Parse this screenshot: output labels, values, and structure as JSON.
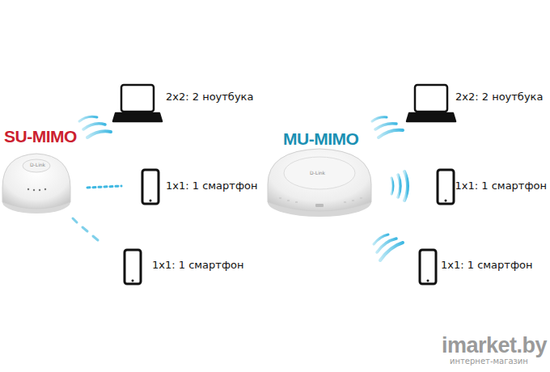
{
  "diagram": {
    "nodes": [
      {
        "text": [
          "SU-MIMO",
          "D-Link"
        ]
      },
      {
        "text": [
          "2x2: 2 ноутбука"
        ]
      },
      {
        "text": [
          "1x1: 1 смартфон"
        ]
      },
      {
        "text": [
          "1x1: 1 смартфон"
        ]
      },
      {
        "text": [
          "MU-MIMO",
          "D-Link"
        ]
      },
      {
        "text": [
          "2x2: 2 ноутбука"
        ]
      },
      {
        "text": [
          "1x1: 1 смартфон"
        ]
      },
      {
        "text": [
          "1x1: 1 смартфон"
        ]
      }
    ],
    "labels": [
      "imarket.by",
      "интернет-магазин"
    ]
  }
}
